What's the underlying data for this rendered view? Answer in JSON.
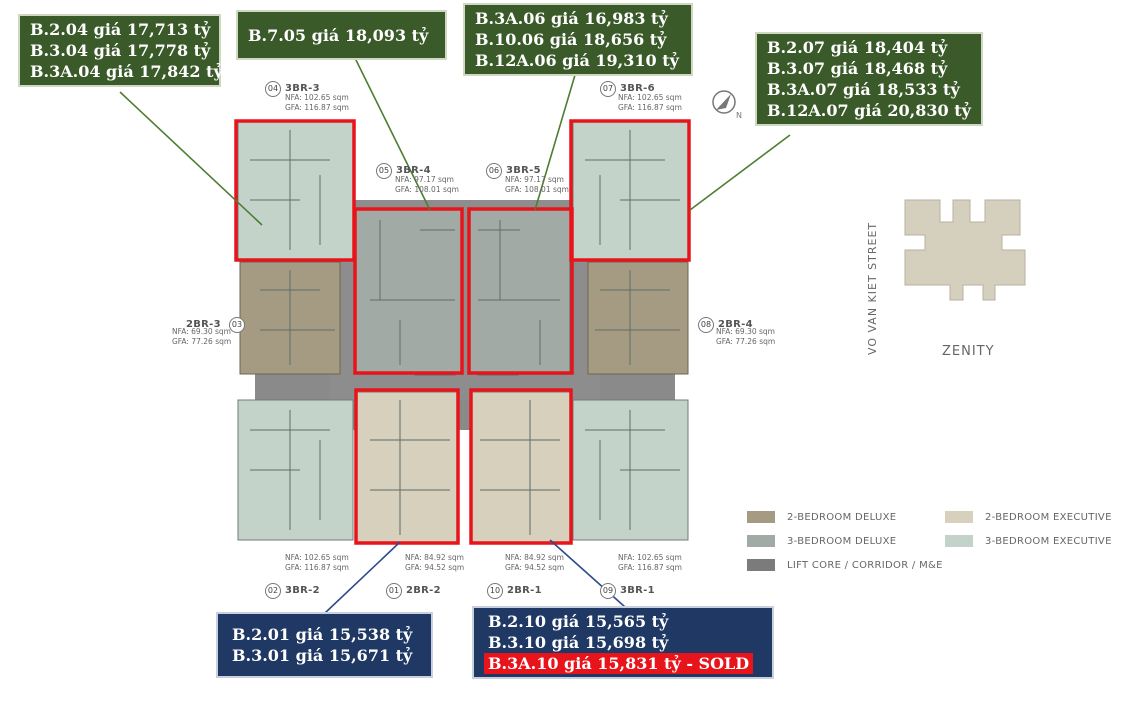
{
  "callouts": {
    "top_left": [
      "B.2.04 giá 17,713 tỷ",
      "B.3.04 giá 17,778 tỷ",
      "B.3A.04 giá 17,842 tỷ"
    ],
    "top_mid_left": [
      "B.7.05 giá 18,093 tỷ"
    ],
    "top_mid_right": [
      "B.3A.06 giá 16,983 tỷ",
      "B.10.06 giá 18,656 tỷ",
      "B.12A.06 giá 19,310 tỷ"
    ],
    "top_right": [
      "B.2.07 giá 18,404 tỷ",
      "B.3.07 giá 18,468 tỷ",
      "B.3A.07 giá 18,533 tỷ",
      "B.12A.07 giá 20,830 tỷ"
    ],
    "bottom_left": [
      "B.2.01 giá 15,538 tỷ",
      "B.3.01 giá 15,671 tỷ"
    ],
    "bottom_right": [
      "B.2.10 giá 15,565 tỷ",
      "B.3.10 giá 15,698 tỷ"
    ],
    "bottom_right_sold": "B.3A.10 giá 15,831 tỷ - SOLD"
  },
  "units": [
    {
      "num": "04",
      "name": "3BR-3",
      "nfa": "NFA: 102.65 sqm",
      "gfa": "GFA: 116.87 sqm"
    },
    {
      "num": "05",
      "name": "3BR-4",
      "nfa": "NFA: 97.17 sqm",
      "gfa": "GFA: 108.01 sqm"
    },
    {
      "num": "06",
      "name": "3BR-5",
      "nfa": "NFA: 97.17 sqm",
      "gfa": "GFA: 108.01 sqm"
    },
    {
      "num": "07",
      "name": "3BR-6",
      "nfa": "NFA: 102.65 sqm",
      "gfa": "GFA: 116.87 sqm"
    },
    {
      "num": "03",
      "name": "2BR-3",
      "nfa": "NFA: 69.30 sqm",
      "gfa": "GFA: 77.26 sqm"
    },
    {
      "num": "08",
      "name": "2BR-4",
      "nfa": "NFA: 69.30 sqm",
      "gfa": "GFA: 77.26 sqm"
    },
    {
      "num": "02",
      "name": "3BR-2",
      "nfa": "NFA: 102.65 sqm",
      "gfa": "GFA: 116.87 sqm"
    },
    {
      "num": "01",
      "name": "2BR-2",
      "nfa": "NFA: 84.92 sqm",
      "gfa": "GFA: 94.52 sqm"
    },
    {
      "num": "10",
      "name": "2BR-1",
      "nfa": "NFA: 84.92 sqm",
      "gfa": "GFA: 94.52 sqm"
    },
    {
      "num": "09",
      "name": "3BR-1",
      "nfa": "NFA: 102.65 sqm",
      "gfa": "GFA: 116.87 sqm"
    }
  ],
  "legend": [
    {
      "label": "2-BEDROOM DELUXE",
      "color": "#a59a82"
    },
    {
      "label": "2-BEDROOM EXECUTIVE",
      "color": "#d6d0bd"
    },
    {
      "label": "3-BEDROOM DELUXE",
      "color": "#a2aaa6"
    },
    {
      "label": "3-BEDROOM EXECUTIVE",
      "color": "#c4d3ca"
    },
    {
      "label": "LIFT CORE / CORRIDOR / M&E",
      "color": "#7b7b7b"
    }
  ],
  "site": {
    "name": "ZENITY",
    "street": "VO VAN KIET STREET"
  },
  "colors": {
    "green_box": "#3b5a2a",
    "blue_box": "#1f3864",
    "highlight": "#e8141b",
    "sold": "#e8141b"
  }
}
